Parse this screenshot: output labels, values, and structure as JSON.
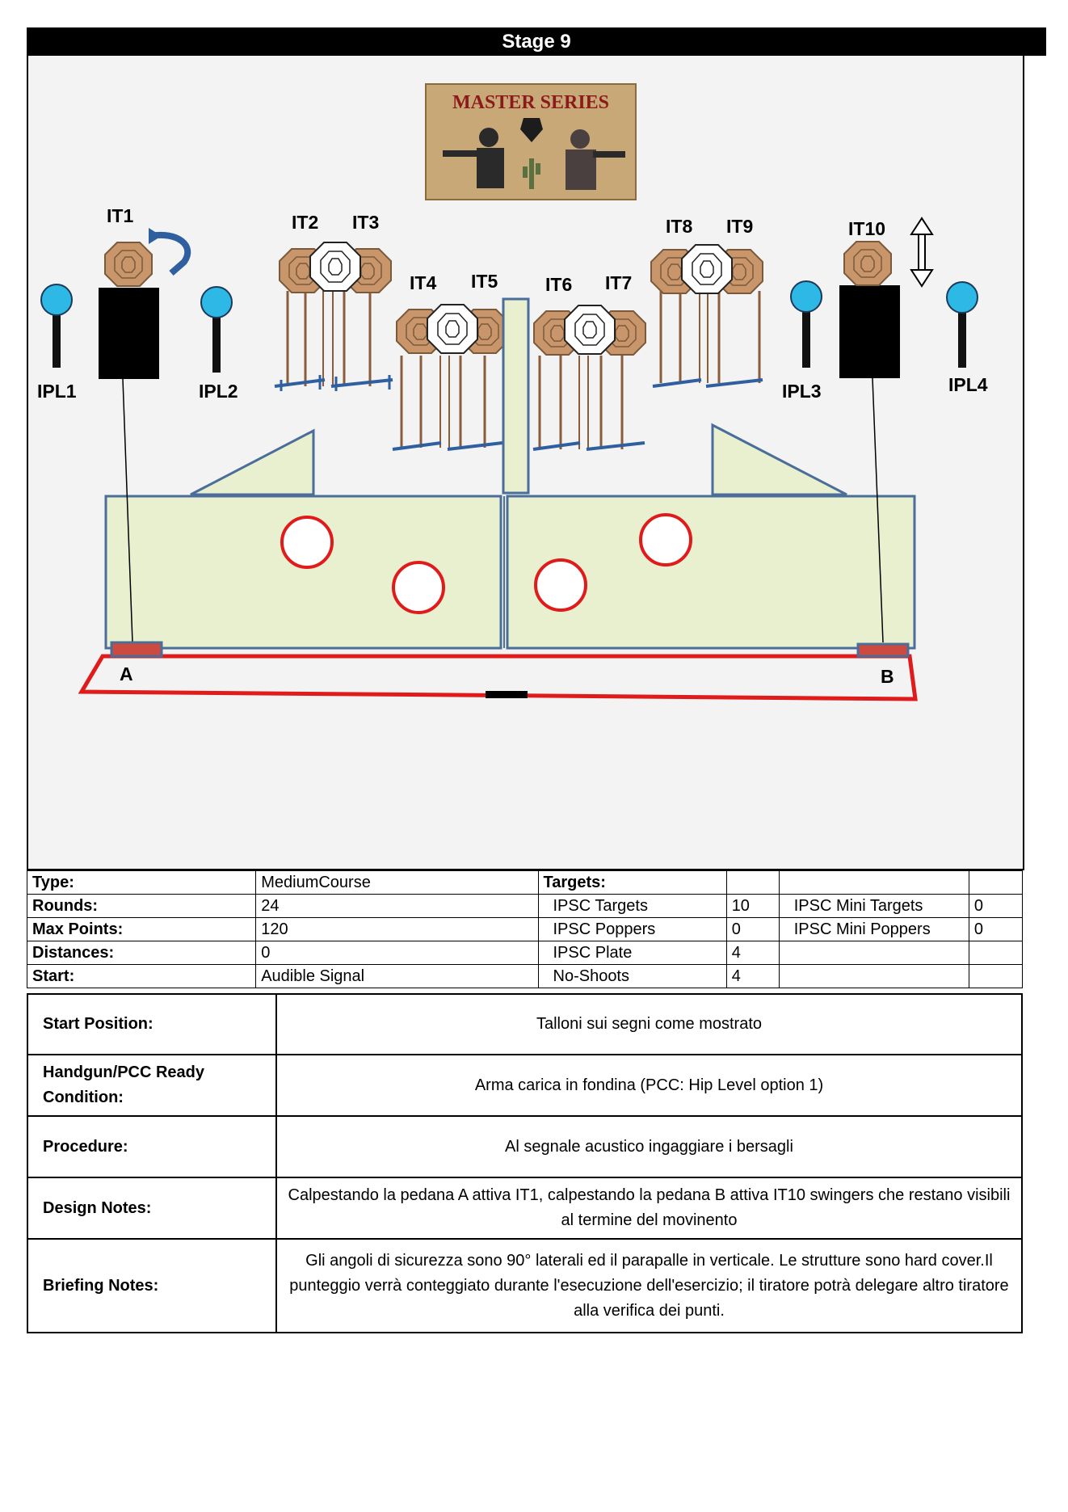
{
  "title": "Stage 9",
  "logo": {
    "text": "MASTER SERIES"
  },
  "targets": {
    "it1": "IT1",
    "it2": "IT2",
    "it3": "IT3",
    "it4": "IT4",
    "it5": "IT5",
    "it6": "IT6",
    "it7": "IT7",
    "it8": "IT8",
    "it9": "IT9",
    "it10": "IT10"
  },
  "poppers": {
    "ipl1": "IPL1",
    "ipl2": "IPL2",
    "ipl3": "IPL3",
    "ipl4": "IPL4"
  },
  "positions": {
    "a": "A",
    "b": "B"
  },
  "info": {
    "type_label": "Type:",
    "type_value": "MediumCourse",
    "rounds_label": "Rounds:",
    "rounds_value": "24",
    "maxpoints_label": "Max Points:",
    "maxpoints_value": "120",
    "distances_label": "Distances:",
    "distances_value": "0",
    "start_label": "Start:",
    "start_value": "Audible Signal",
    "targets_label": "Targets:",
    "ipsc_targets_label": "IPSC Targets",
    "ipsc_targets_value": "10",
    "ipsc_poppers_label": "IPSC Poppers",
    "ipsc_poppers_value": "0",
    "ipsc_plate_label": "IPSC Plate",
    "ipsc_plate_value": "4",
    "noshoots_label": "No-Shoots",
    "noshoots_value": "4",
    "mini_targets_label": "IPSC Mini Targets",
    "mini_targets_value": "0",
    "mini_poppers_label": "IPSC Mini Poppers",
    "mini_poppers_value": "0"
  },
  "notes": {
    "start_position_label": "Start Position:",
    "start_position_value": "Talloni sui segni come mostrato",
    "ready_label": "Handgun/PCC Ready Condition:",
    "ready_value": "Arma carica in fondina (PCC: Hip Level option 1)",
    "procedure_label": "Procedure:",
    "procedure_value": "Al segnale acustico ingaggiare i bersagli",
    "design_label": "Design Notes:",
    "design_value": "Calpestando la pedana A attiva IT1, calpestando la pedana  B attiva IT10 swingers che restano visibili al termine del movinento",
    "briefing_label": "Briefing Notes:",
    "briefing_value": "Gli angoli di sicurezza sono 90° laterali ed il parapalle in verticale. Le strutture sono hard cover.Il punteggio verrà conteggiato durante l'esecuzione dell'esercizio; il tiratore potrà delegare altro tiratore alla verifica  dei punti."
  },
  "colors": {
    "target_brown": "#c8966a",
    "wall_green": "#e8f0cf",
    "wall_border": "#4a6d9a",
    "popper_blue": "#2eb8e6",
    "fault_line_red": "#e01b1b",
    "noshoot_white": "#ffffff"
  }
}
